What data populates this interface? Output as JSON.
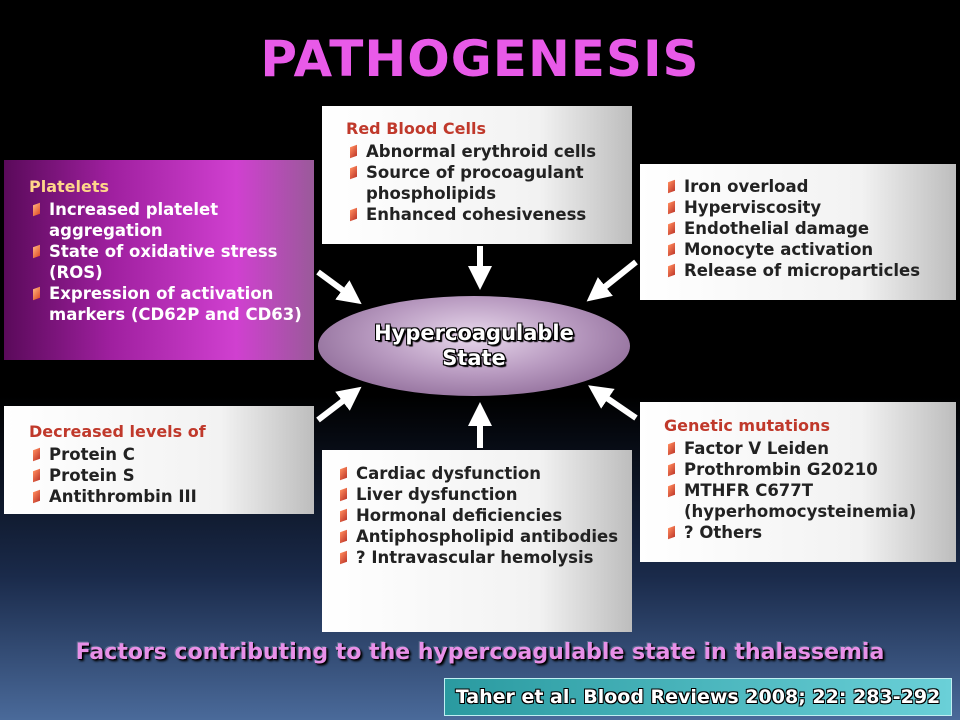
{
  "title": "PATHOGENESIS",
  "center": {
    "line1": "Hypercoagulable",
    "line2": "State"
  },
  "boxes": {
    "platelets": {
      "heading": "Platelets",
      "items": [
        "Increased platelet aggregation",
        "State of oxidative stress (ROS)",
        "Expression of activation markers (CD62P and CD63)"
      ]
    },
    "rbc": {
      "heading": "Red Blood Cells",
      "items": [
        "Abnormal erythroid cells",
        "Source of procoagulant phospholipids",
        "Enhanced cohesiveness"
      ]
    },
    "iron": {
      "items": [
        "Iron overload",
        "Hyperviscosity",
        "Endothelial damage",
        "Monocyte activation",
        "Release of microparticles"
      ]
    },
    "decreased": {
      "heading": "Decreased levels of",
      "items": [
        "Protein C",
        "Protein S",
        "Antithrombin III"
      ]
    },
    "cardiac": {
      "items": [
        "Cardiac dysfunction",
        "Liver dysfunction",
        "Hormonal deficiencies",
        "Antiphospholipid antibodies",
        "? Intravascular hemolysis"
      ]
    },
    "genetic": {
      "heading": "Genetic mutations",
      "items": [
        "Factor V Leiden",
        "Prothrombin G20210",
        "MTHFR C677T (hyperhomocysteinemia)",
        "? Others"
      ]
    }
  },
  "caption": "Factors contributing to the hypercoagulable state in thalassemia",
  "citation": "Taher et al. Blood Reviews 2008; 22: 283-292",
  "colors": {
    "title": "#e85ae8",
    "heading": "#c0392b",
    "platelets_box": "#a020a0",
    "caption": "#e890e8",
    "citation_bg": "#3ab0b8"
  }
}
